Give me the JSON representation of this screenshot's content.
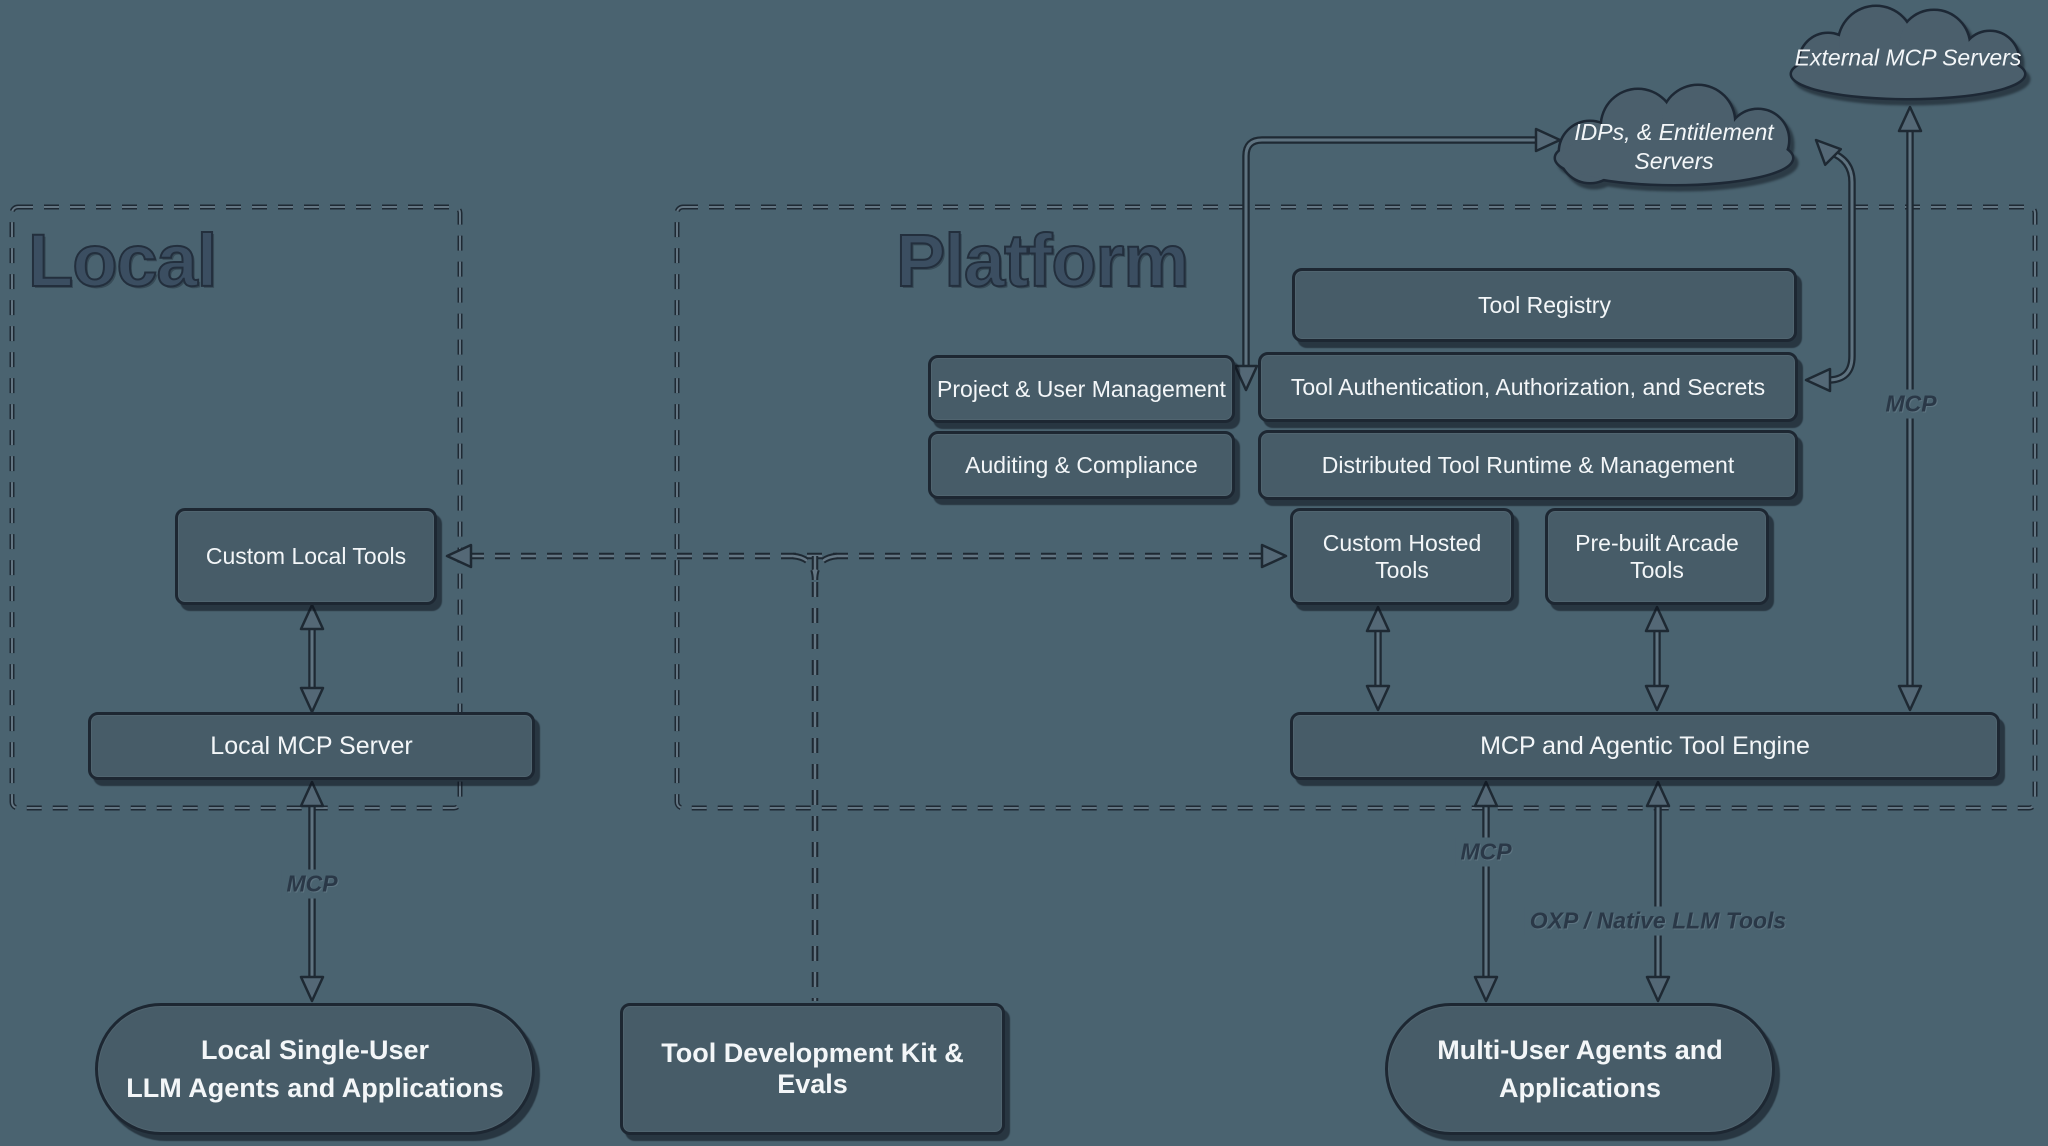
{
  "diagram": {
    "background": "#4a6370",
    "node_fill": "#475c68",
    "node_border": "#1d2732",
    "node_text_color": "#f3f6f8",
    "container_title_color": "#3b4e61",
    "edge_label_color": "#2a3847"
  },
  "containers": {
    "local": {
      "title": "Local"
    },
    "platform": {
      "title": "Platform"
    }
  },
  "clouds": {
    "external": {
      "label": "External MCP Servers"
    },
    "idps": {
      "line1": "IDPs, & Entitlement",
      "line2": "Servers"
    }
  },
  "nodes": {
    "custom_local_tools": "Custom Local Tools",
    "local_mcp_server": "Local MCP Server",
    "local_agents": {
      "line1": "Local Single-User",
      "line2": "LLM Agents and Applications"
    },
    "tdk": "Tool Development Kit & Evals",
    "project_user_mgmt": "Project & User Management",
    "auditing": "Auditing & Compliance",
    "tool_registry": "Tool Registry",
    "tool_auth": "Tool Authentication, Authorization, and Secrets",
    "distributed_runtime": "Distributed Tool Runtime & Management",
    "custom_hosted_tools": "Custom Hosted Tools",
    "prebuilt_tools": "Pre-built Arcade Tools",
    "engine": "MCP and Agentic Tool Engine",
    "multi_user_agents": {
      "line1": "Multi-User Agents and",
      "line2": "Applications"
    }
  },
  "edge_labels": {
    "local_mcp": "MCP",
    "engine_mcp": "MCP",
    "engine_oxp": "OXP / Native LLM Tools",
    "external_mcp": "MCP"
  }
}
